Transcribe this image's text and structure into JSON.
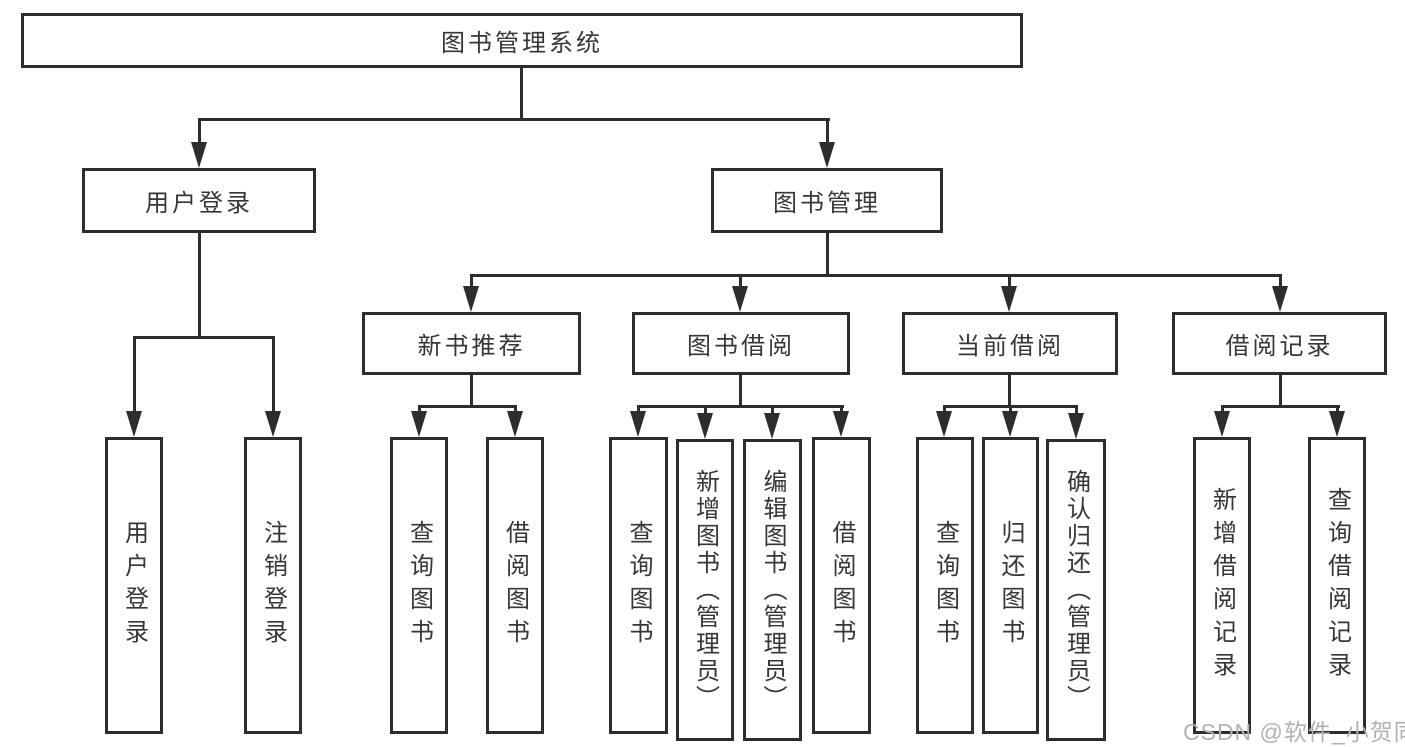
{
  "diagram_title": "图书管理系统",
  "nodes": {
    "root": "图书管理系统",
    "user_login": "用户登录",
    "book_management": "图书管理",
    "new_book_recommend": "新书推荐",
    "book_borrow": "图书借阅",
    "current_borrow": "当前借阅",
    "borrow_record": "借阅记录",
    "leaf_user_login": "用户登录",
    "leaf_logout": "注销登录",
    "leaf_rec_query_book": "查询图书",
    "leaf_rec_borrow_book": "借阅图书",
    "leaf_bb_query_book": "查询图书",
    "leaf_bb_add_book": "新增图书（管理员）",
    "leaf_bb_edit_book": "编辑图书（管理员）",
    "leaf_bb_borrow_book": "借阅图书",
    "leaf_cb_query_book": "查询图书",
    "leaf_cb_return_book": "归还图书",
    "leaf_cb_confirm_return": "确认归还（管理员）",
    "leaf_br_add_record": "新增借阅记录",
    "leaf_br_query_record": "查询借阅记录"
  },
  "tree": {
    "图书管理系统": {
      "用户登录": [
        "用户登录",
        "注销登录"
      ],
      "图书管理": {
        "新书推荐": [
          "查询图书",
          "借阅图书"
        ],
        "图书借阅": [
          "查询图书",
          "新增图书（管理员）",
          "编辑图书（管理员）",
          "借阅图书"
        ],
        "当前借阅": [
          "查询图书",
          "归还图书",
          "确认归还（管理员）"
        ],
        "借阅记录": [
          "新增借阅记录",
          "查询借阅记录"
        ]
      }
    }
  },
  "watermark": "CSDN @软件_小贺同学",
  "colors": {
    "line": "#2d2d2d",
    "text": "#363636",
    "watermark": "#b2b2b2",
    "background": "#ffffff"
  }
}
